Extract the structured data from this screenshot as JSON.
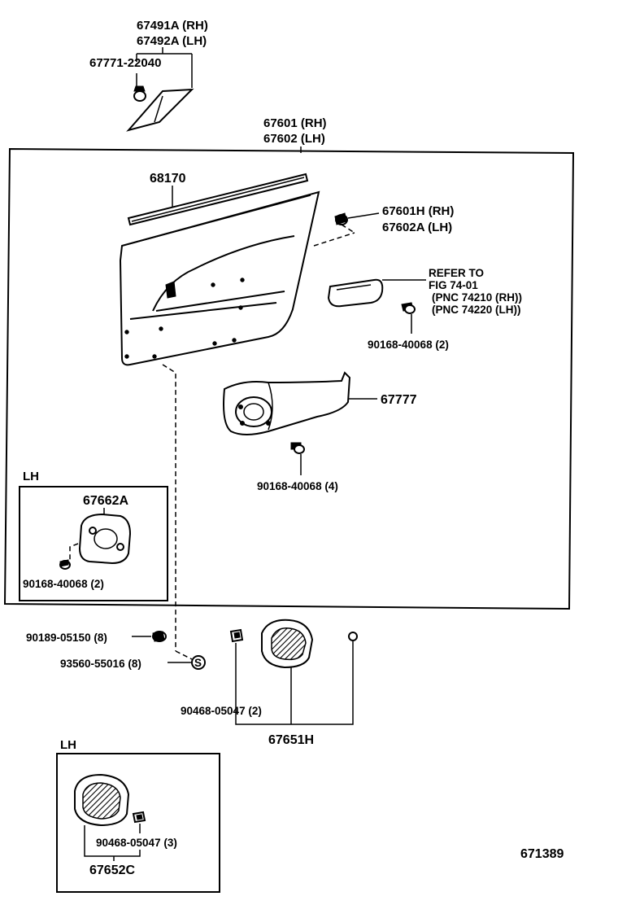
{
  "labels": {
    "p67491": "67491A (RH)",
    "p67492": "67492A (LH)",
    "p67771": "67771-22040",
    "p67601": "67601 (RH)",
    "p67602": "67602 (LH)",
    "p68170": "68170",
    "p67601H": "67601H (RH)",
    "p67602A": "67602A (LH)",
    "refer1": "REFER TO",
    "refer2": "FIG 74-01",
    "refer3": "(PNC 74210 (RH))",
    "refer4": "(PNC 74220 (LH))",
    "p90168_a": "90168-40068 (2)",
    "p67777": "67777",
    "p90168_b": "90168-40068 (4)",
    "lh1": "LH",
    "p67662A": "67662A",
    "p90168_c": "90168-40068 (2)",
    "p90189": "90189-05150 (8)",
    "p93560": "93560-55016 (8)",
    "clipS": "S",
    "p90468_a": "90468-05047 (2)",
    "p67651H": "67651H",
    "lh2": "LH",
    "p90468_b": "90468-05047 (3)",
    "p67652C": "67652C",
    "figno": "671389"
  }
}
